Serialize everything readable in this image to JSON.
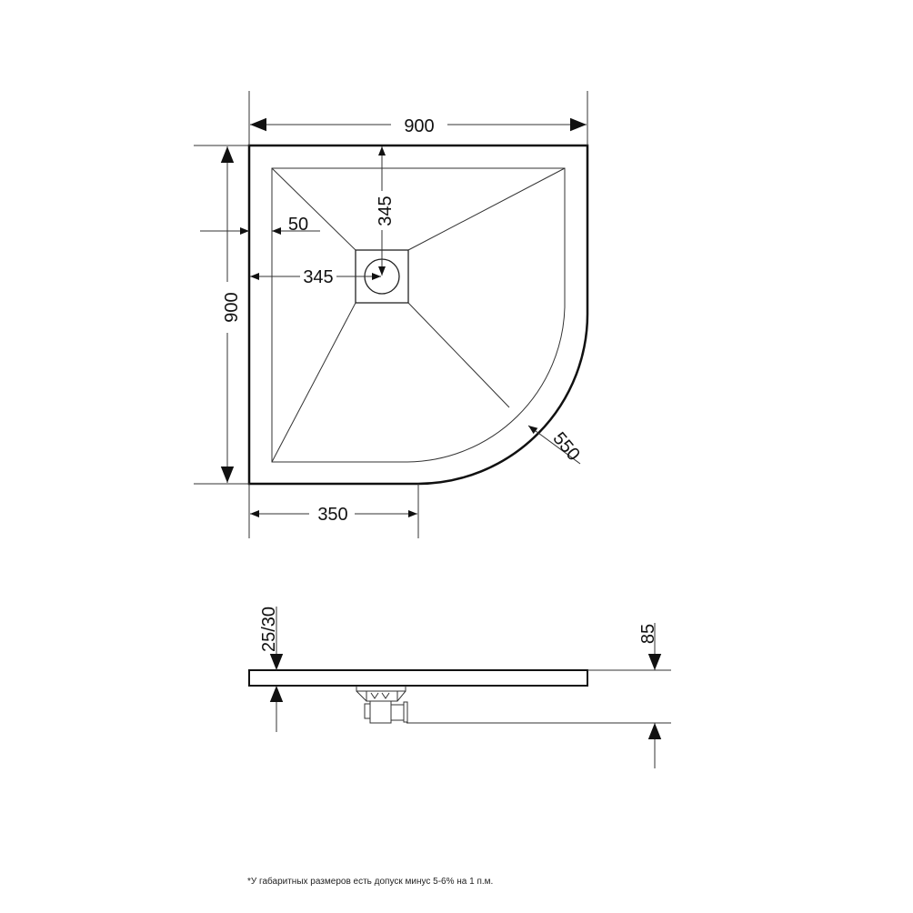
{
  "plan_view": {
    "width_label": "900",
    "depth_label": "900",
    "rim_label": "50",
    "drain_x_label": "345",
    "drain_y_label": "345",
    "radius_label": "550",
    "straight_edge_label": "350"
  },
  "side_view": {
    "thickness_label": "25/30",
    "total_height_label": "85"
  },
  "footnote": "*У габаритных размеров есть допуск минус  5-6% на 1 п.м.",
  "colors": {
    "line": "#111111",
    "background": "#ffffff"
  }
}
